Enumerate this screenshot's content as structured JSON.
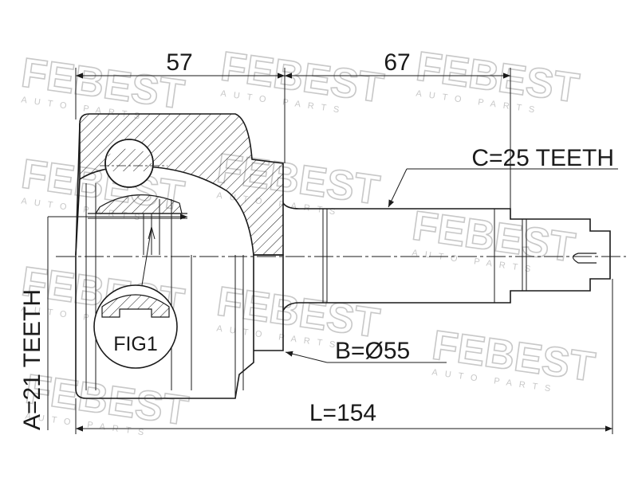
{
  "watermark": {
    "brand": "FEBEST",
    "sub": "AUTO PARTS"
  },
  "dimensions": {
    "left_length": "57",
    "right_length": "67",
    "spline_c": "C=25 TEETH",
    "spline_a": "A=21 TEETH",
    "diameter_b": "B=Ø55",
    "total_length": "L=154",
    "detail_label": "FIG1"
  },
  "colors": {
    "line": "#1a1a1a",
    "watermark": "#c8c8c8"
  }
}
